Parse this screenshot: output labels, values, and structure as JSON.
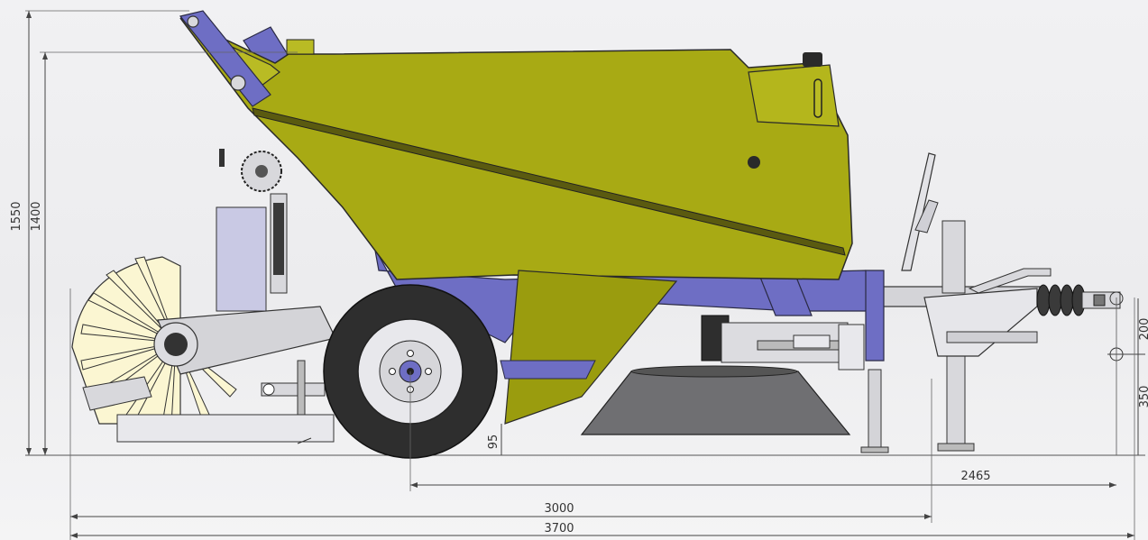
{
  "dimensions": {
    "overall_height": "1550",
    "hopper_height": "1400",
    "ground_clearance": "95",
    "wheel_to_hitch": "2465",
    "body_length": "3000",
    "overall_length": "3700",
    "hitch_offset_small": "200",
    "hitch_offset_large": "350"
  },
  "colors": {
    "body": "#a8aa14",
    "frame": "#6e6ec4",
    "steel": "#c9c9cc",
    "tire": "#2e2e2e",
    "brush": "#fbf6d2"
  }
}
